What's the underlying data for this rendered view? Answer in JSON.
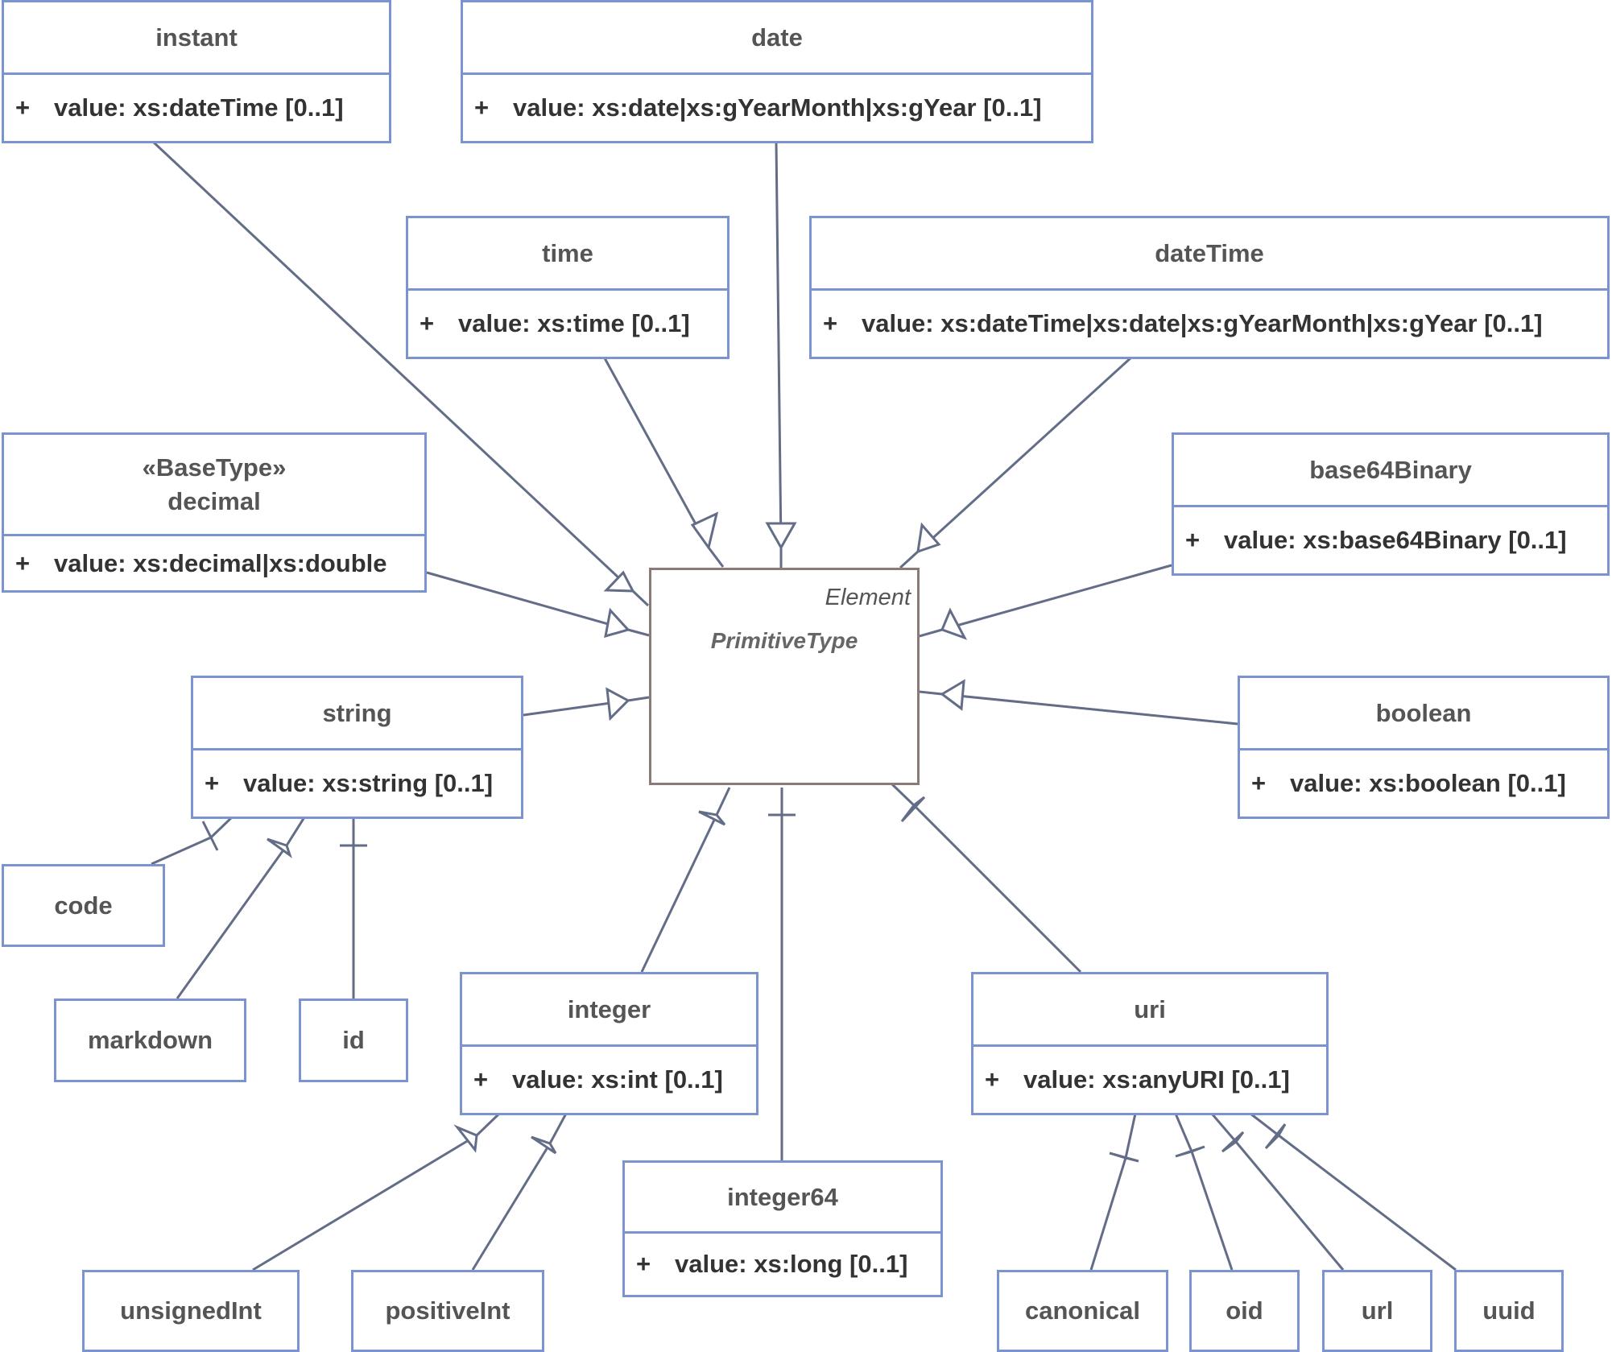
{
  "center": {
    "stereotype": "Element",
    "name": "PrimitiveType"
  },
  "classes": {
    "instant": {
      "name": "instant",
      "vis": "+",
      "attr": "value: xs:dateTime [0..1]"
    },
    "date": {
      "name": "date",
      "vis": "+",
      "attr": "value: xs:date|xs:gYearMonth|xs:gYear [0..1]"
    },
    "time": {
      "name": "time",
      "vis": "+",
      "attr": "value: xs:time [0..1]"
    },
    "dateTime": {
      "name": "dateTime",
      "vis": "+",
      "attr": "value: xs:dateTime|xs:date|xs:gYearMonth|xs:gYear [0..1]"
    },
    "decimal": {
      "stereotype": "«BaseType»",
      "name": "decimal",
      "vis": "+",
      "attr": "value: xs:decimal|xs:double"
    },
    "base64Binary": {
      "name": "base64Binary",
      "vis": "+",
      "attr": "value: xs:base64Binary [0..1]"
    },
    "string": {
      "name": "string",
      "vis": "+",
      "attr": "value: xs:string [0..1]"
    },
    "boolean": {
      "name": "boolean",
      "vis": "+",
      "attr": "value: xs:boolean [0..1]"
    },
    "integer": {
      "name": "integer",
      "vis": "+",
      "attr": "value: xs:int [0..1]"
    },
    "uri": {
      "name": "uri",
      "vis": "+",
      "attr": "value: xs:anyURI [0..1]"
    },
    "integer64": {
      "name": "integer64",
      "vis": "+",
      "attr": "value: xs:long [0..1]"
    },
    "code": {
      "name": "code"
    },
    "markdown": {
      "name": "markdown"
    },
    "id": {
      "name": "id"
    },
    "unsignedInt": {
      "name": "unsignedInt"
    },
    "positiveInt": {
      "name": "positiveInt"
    },
    "canonical": {
      "name": "canonical"
    },
    "oid": {
      "name": "oid"
    },
    "url": {
      "name": "url"
    },
    "uuid": {
      "name": "uuid"
    }
  }
}
